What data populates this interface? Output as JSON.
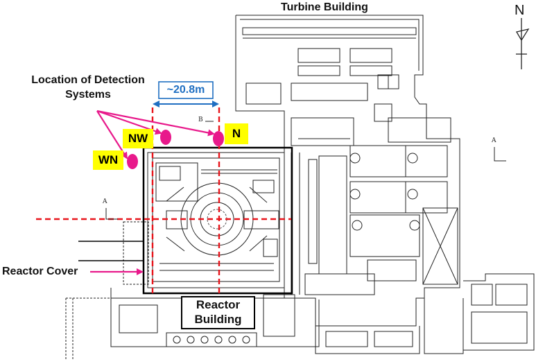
{
  "labels": {
    "turbine_building": "Turbine Building",
    "north": "N",
    "detection_systems": "Location of Detection\nSystems",
    "distance": "~20.8m",
    "section_b": "B",
    "section_a_left": "A",
    "section_a_right": "A",
    "reactor_cover": "Reactor Cover",
    "reactor_building": "Reactor\nBuilding"
  },
  "detectors": [
    {
      "tag": "NW"
    },
    {
      "tag": "WN"
    },
    {
      "tag": "N"
    }
  ],
  "colors": {
    "detector": "#e8198b",
    "callout": "#e8198b",
    "tag_bg": "#ffff00",
    "section_line": "#e8141b",
    "dimension": "#1f6fc2",
    "distance_text": "#1f6fc2",
    "plan_line": "#222222"
  }
}
